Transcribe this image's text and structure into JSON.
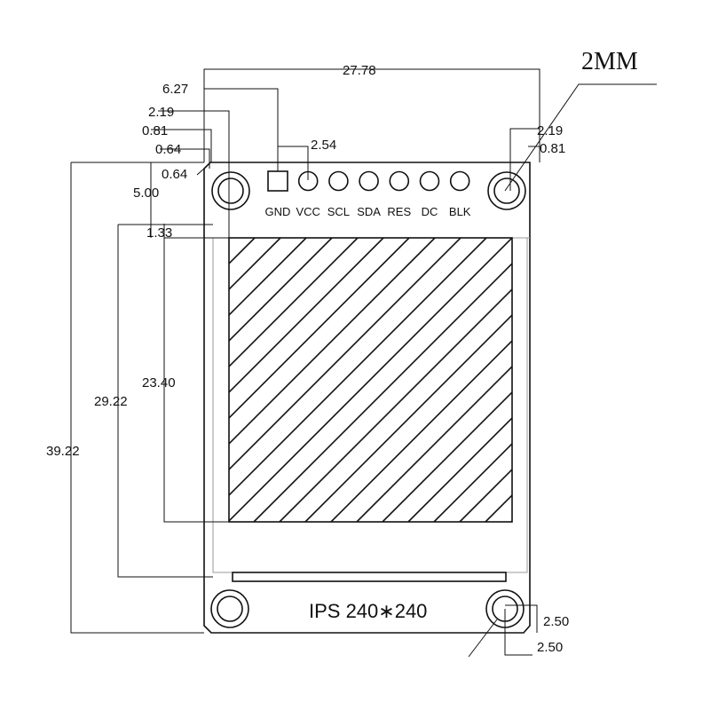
{
  "title_note": "2MM",
  "dimensions": {
    "overall_width": "27.78",
    "pin1_offset": "6.27",
    "hole_offset_left": "2.19",
    "edge_offset_left": "0.81",
    "chamfer_a": "0.64",
    "chamfer_b": "0.64",
    "header_height": "5.00",
    "screen_gap": "1.33",
    "pin_pitch": "2.54",
    "hole_offset_right": "2.19",
    "edge_offset_right": "0.81",
    "active_area_height": "23.40",
    "display_height": "29.22",
    "overall_height": "39.22",
    "bottom_hole_x": "2.50",
    "bottom_hole_y": "2.50"
  },
  "pins": [
    "GND",
    "VCC",
    "SCL",
    "SDA",
    "RES",
    "DC",
    "BLK"
  ],
  "display_label": "IPS 240∗240"
}
